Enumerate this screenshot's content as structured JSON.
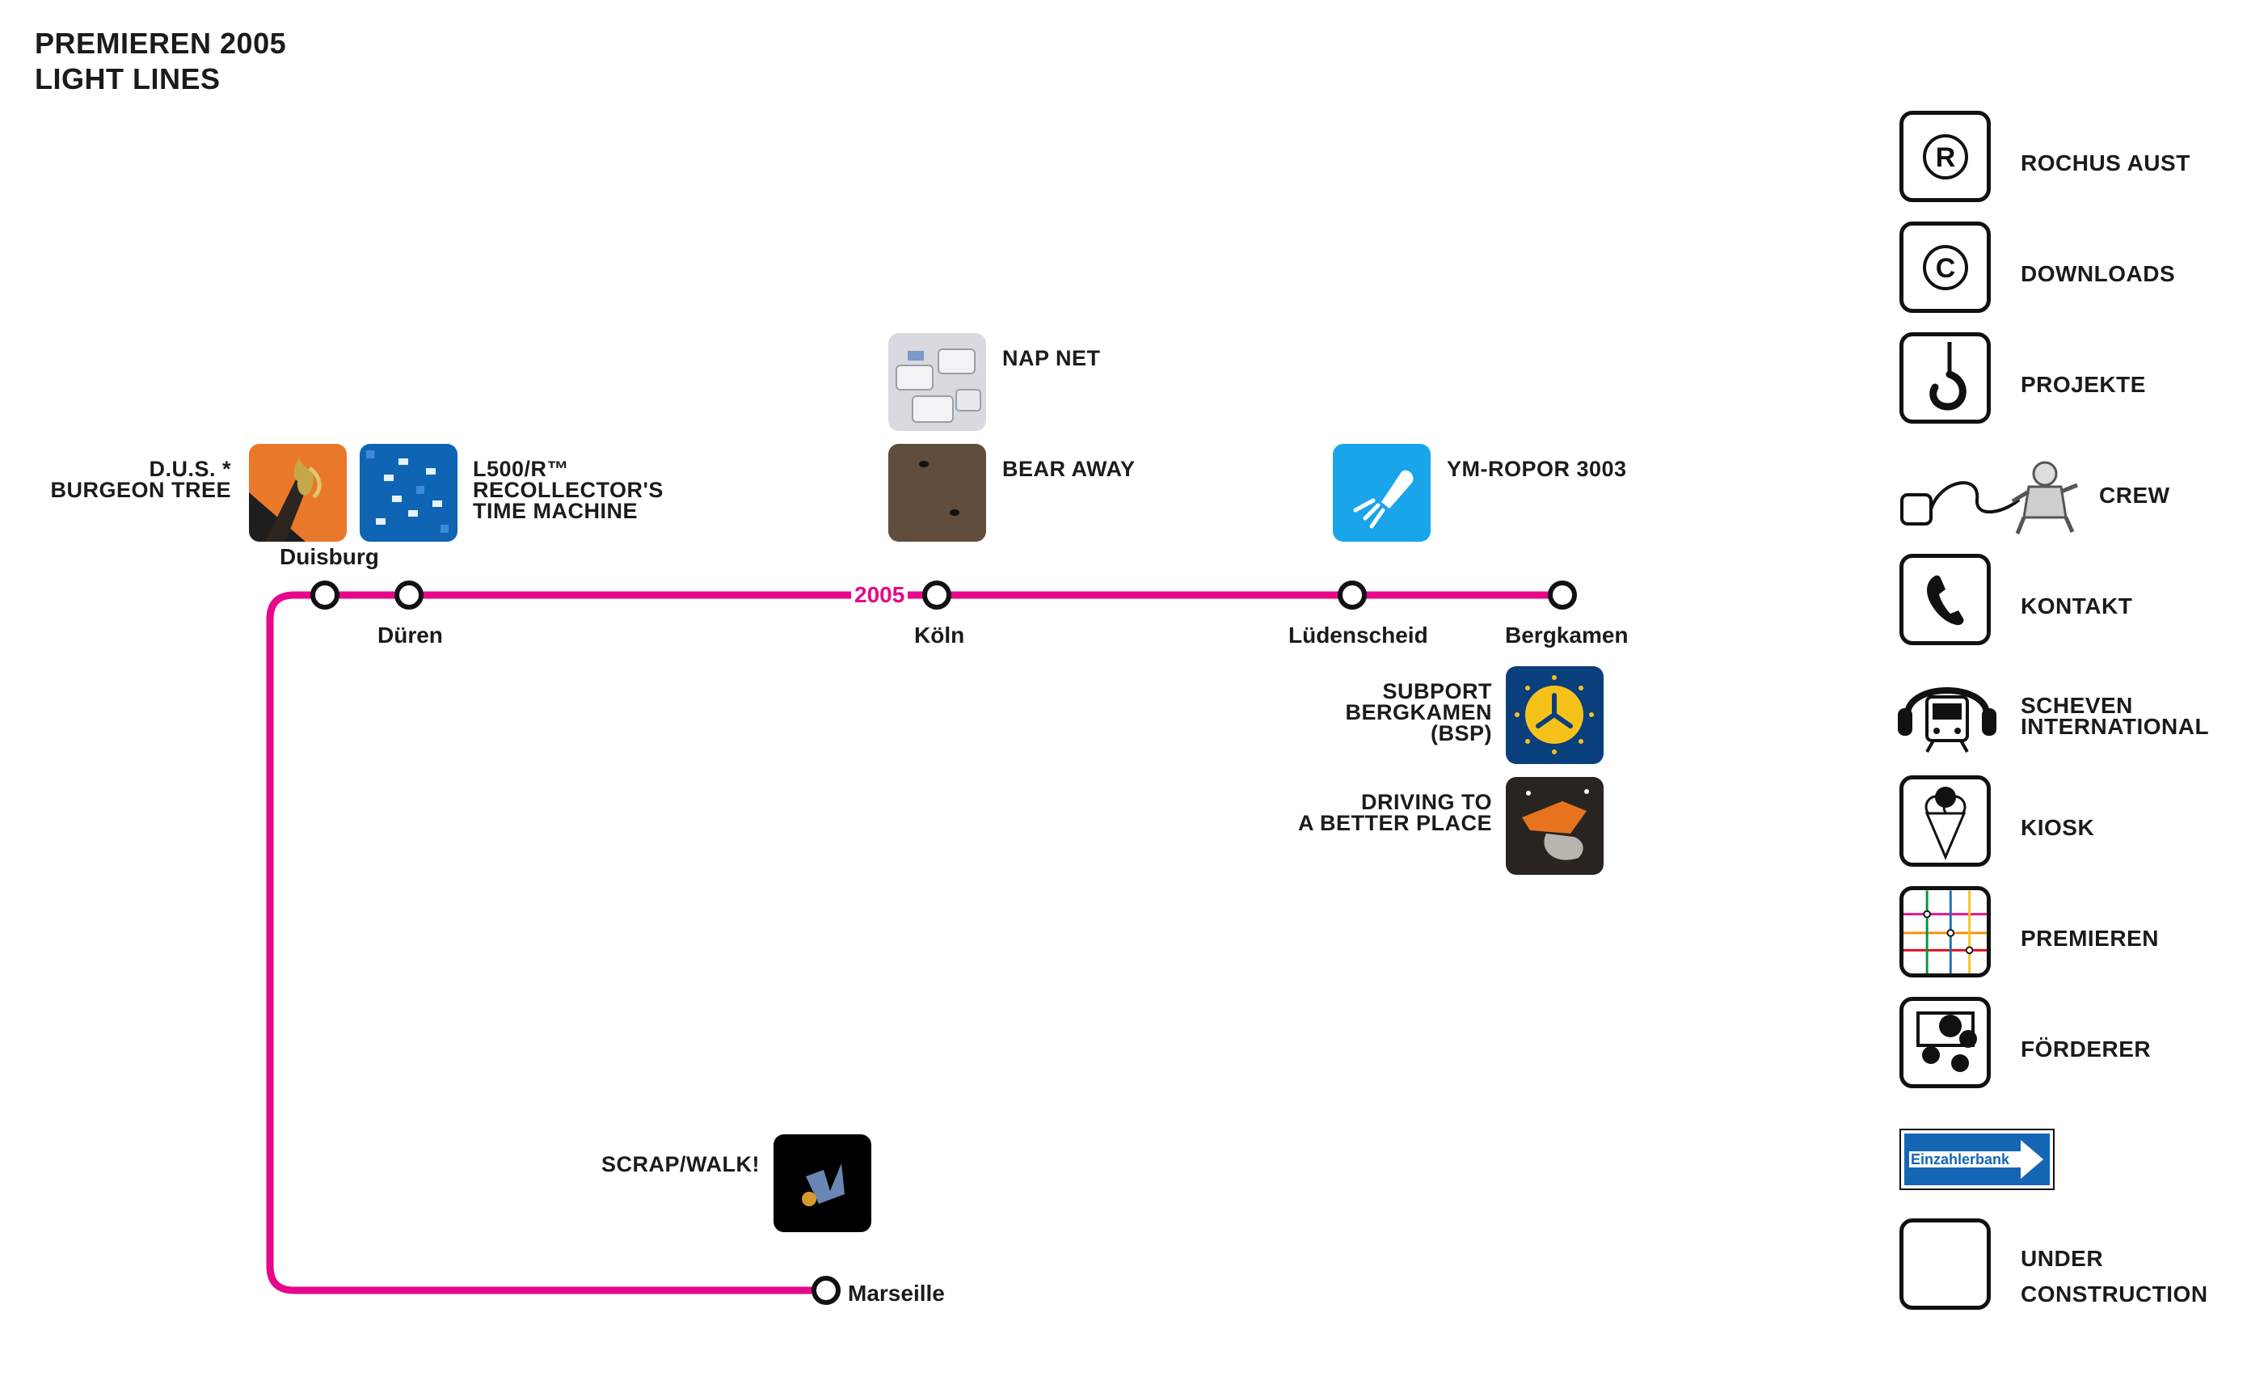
{
  "header": {
    "title_line1": "PREMIEREN 2005",
    "title_line2": "LIGHT LINES"
  },
  "map": {
    "line_color": "#e6078b",
    "year_label": "2005",
    "stations": {
      "duisburg": "Duisburg",
      "dueren": "Düren",
      "koeln": "Köln",
      "luedenscheid": "Lüdenscheid",
      "bergkamen": "Bergkamen",
      "marseille": "Marseille"
    },
    "projects": {
      "dus_line1": "D.U.S. *",
      "dus_line2": "BURGEON TREE",
      "l500_line1": "L500/R™",
      "l500_line2": "RECOLLECTOR'S",
      "l500_line3": "TIME MACHINE",
      "napnet": "NAP NET",
      "bearaway": "BEAR AWAY",
      "ymropor": "YM-ROPOR 3003",
      "subport_line1": "SUBPORT",
      "subport_line2": "BERGKAMEN",
      "subport_line3": "(BSP)",
      "driving_line1": "DRIVING TO",
      "driving_line2": "A BETTER PLACE",
      "scrapwalk": "SCRAP/WALK!"
    }
  },
  "nav": {
    "rochus": "ROCHUS AUST",
    "downloads": "DOWNLOADS",
    "projekte": "PROJEKTE",
    "crew": "CREW",
    "kontakt": "KONTAKT",
    "scheven_line1": "SCHEVEN",
    "scheven_line2": "INTERNATIONAL",
    "kiosk": "KIOSK",
    "premieren": "PREMIEREN",
    "foerderer": "FÖRDERER",
    "einzahler": "Einzahlerbank",
    "uc_line1": "UNDER",
    "uc_line2": "CONSTRUCTION"
  },
  "icons": {
    "rochus": "registered-icon",
    "downloads": "copyright-icon",
    "projekte": "hook-icon",
    "crew": "astronaut-icon",
    "kontakt": "phone-icon",
    "scheven": "headphones-train-icon",
    "kiosk": "ice-cream-icon",
    "premieren": "transit-map-icon",
    "foerderer": "currency-icon",
    "einzahler": "one-way-arrow-sign-icon"
  },
  "colors": {
    "einzahler_blue": "#1565b5"
  }
}
